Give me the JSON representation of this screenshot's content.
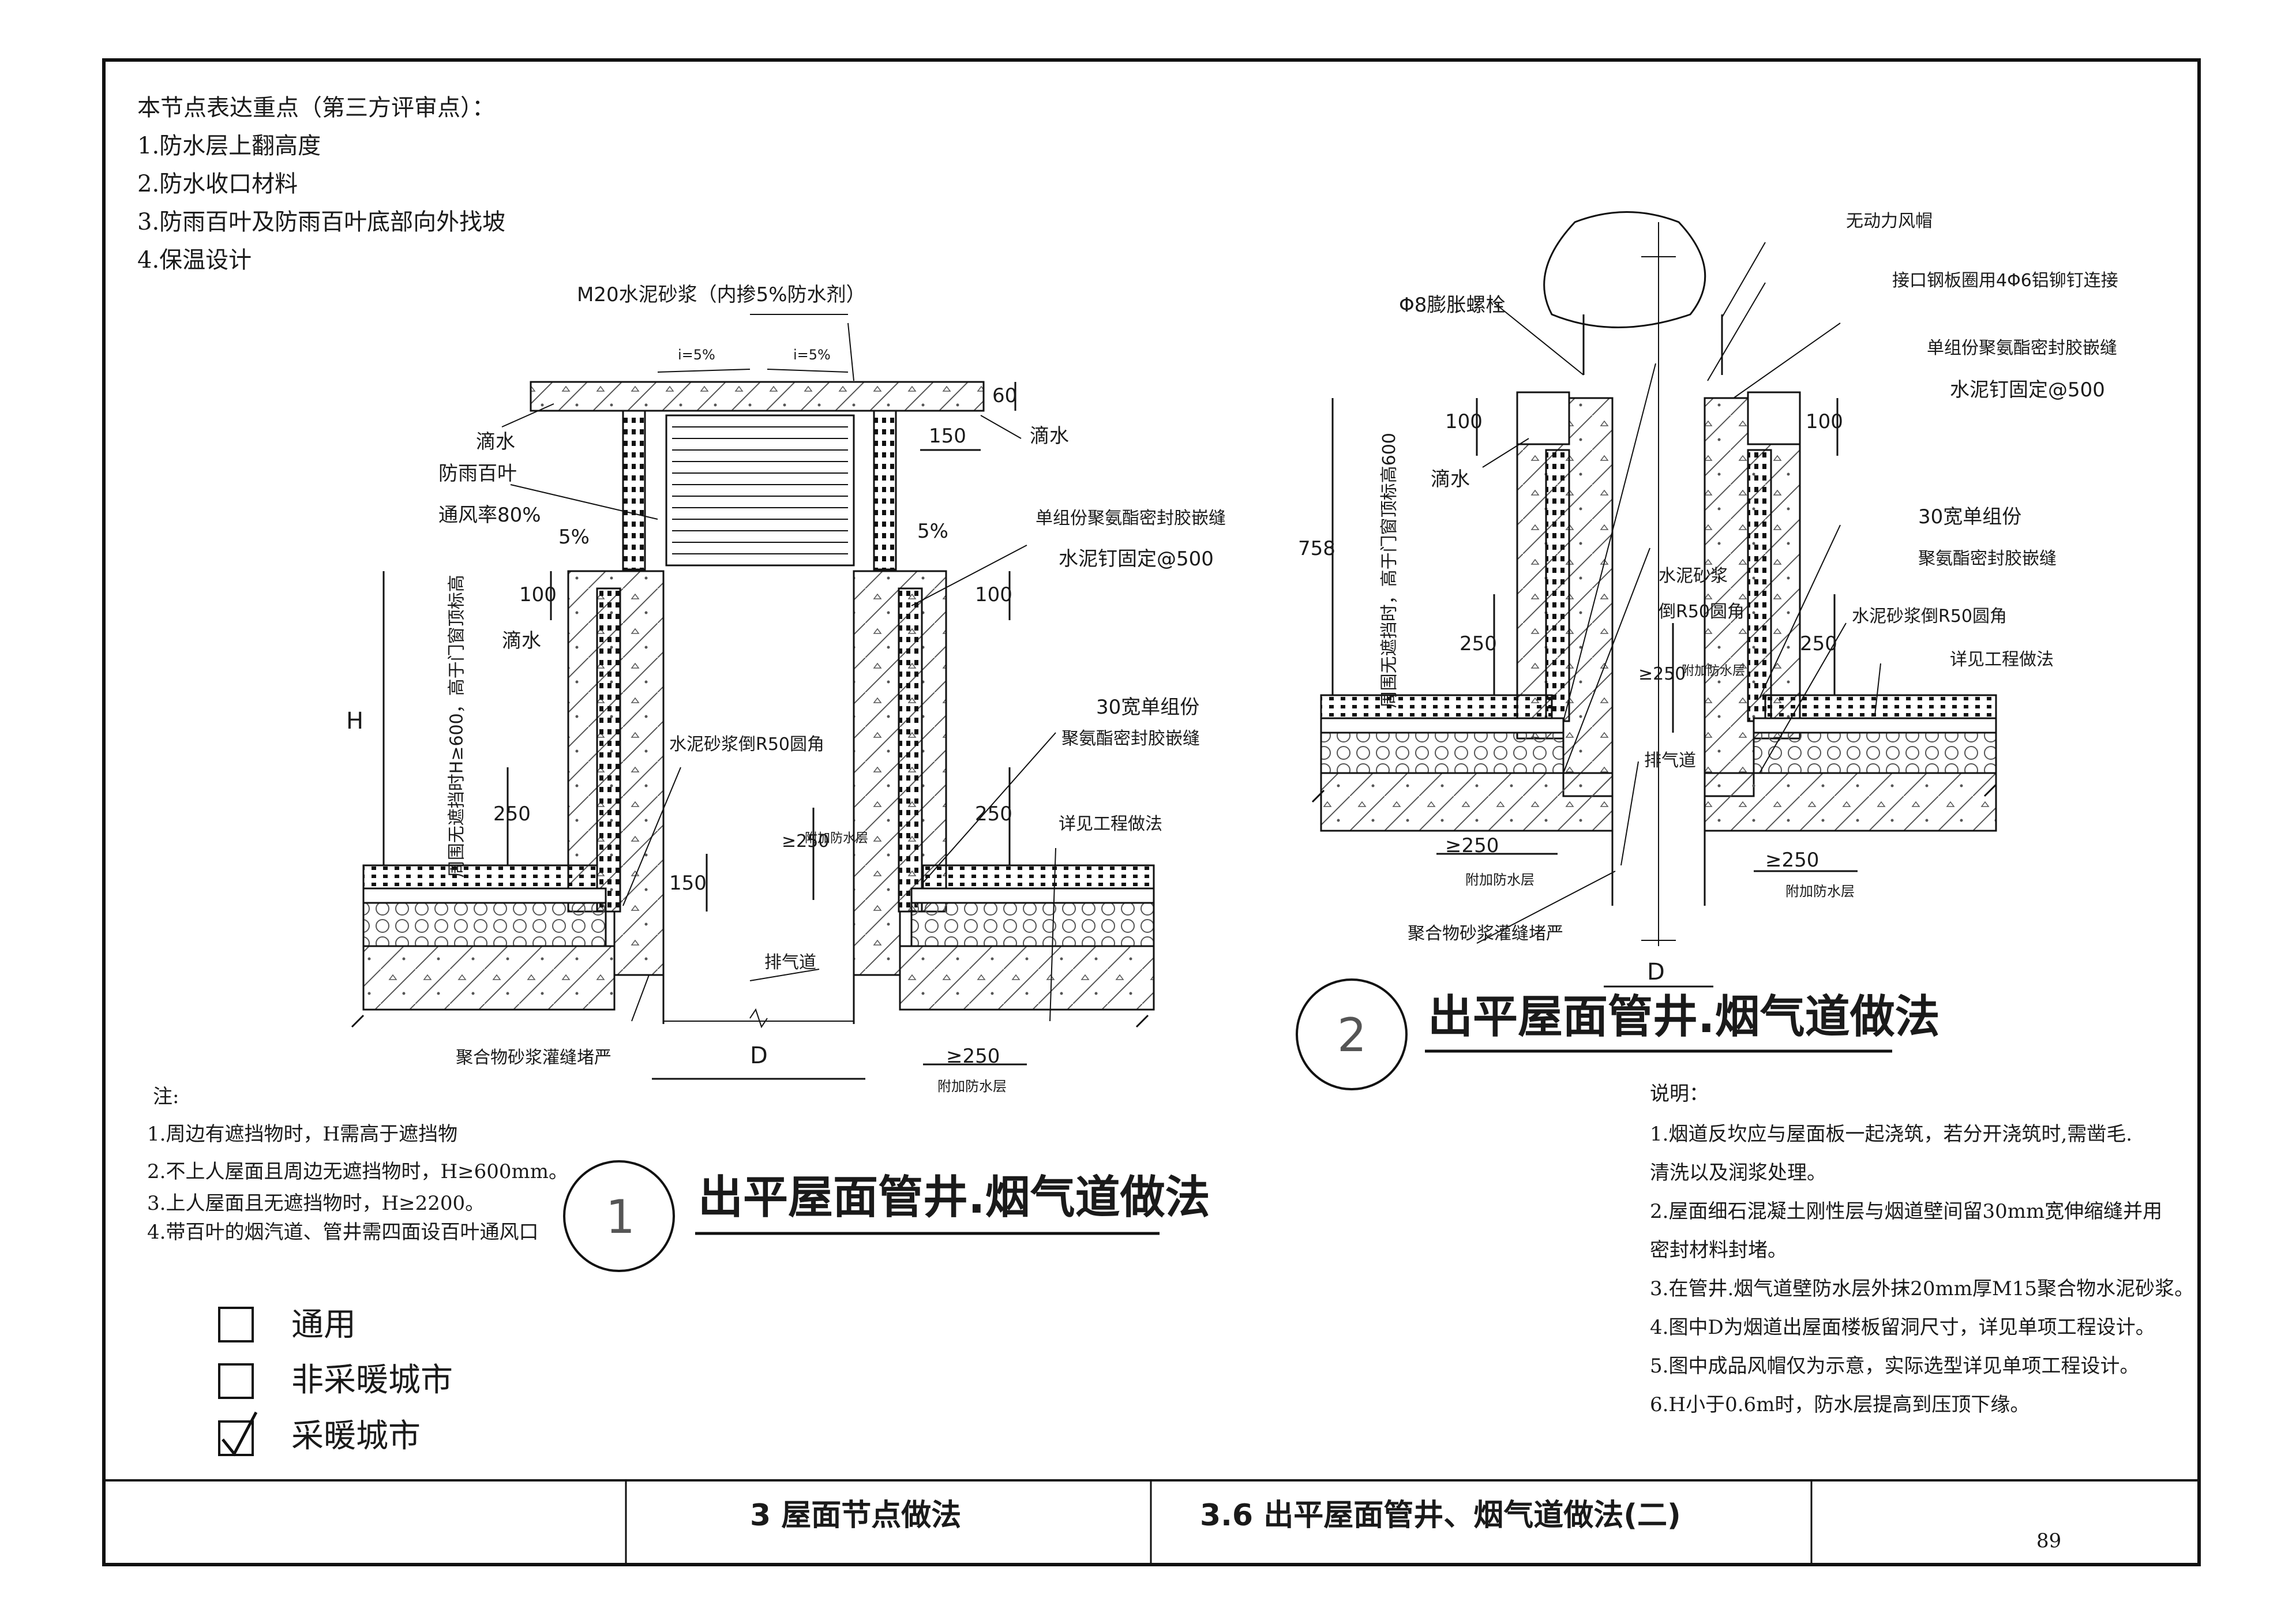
{
  "key_points": {
    "heading": "本节点表达重点（第三方评审点）：",
    "items": [
      "1.防水层上翻高度",
      "2.防水收口材料",
      "3.防雨百叶及防雨百叶底部向外找坡",
      "4.保温设计"
    ]
  },
  "detail1": {
    "number": "1",
    "title": "出平屋面管井.烟气道做法",
    "labels": {
      "top_mortar": "M20水泥砂浆（内掺5%防水剂）",
      "slope_left": "i=5%",
      "slope_right": "i=5%",
      "dim_60": "60",
      "dim_150": "150",
      "drip_left": "滴水",
      "drip_right": "滴水",
      "louver": "防雨百叶",
      "louver_rate": "通风率80%",
      "pct_left": "5%",
      "pct_right": "5%",
      "sealant": "单组份聚氨酯密封胶嵌缝",
      "nail": "水泥钉固定@500",
      "dim_100_left": "100",
      "dim_100_right": "100",
      "drip_low": "滴水",
      "dim_H": "H",
      "vertical_note": "周围无遮挡时H≥600，高于门窗顶标高",
      "dim_250_left": "250",
      "dim_250_right": "250",
      "fillet": "水泥砂浆倒R50圆角",
      "strip30": "30宽单组份",
      "strip30b": "聚氨酯密封胶嵌缝",
      "see_project": "详见工程做法",
      "dim_ge250_vert": "≥250",
      "add_wp_vert": "附加防水层",
      "dim_150_low": "150",
      "exhaust": "排气道",
      "polymer": "聚合物砂浆灌缝堵严",
      "dim_D": "D",
      "dim_ge250": "≥250",
      "add_wp": "附加防水层"
    }
  },
  "detail2": {
    "number": "2",
    "title": "出平屋面管井.烟气道做法",
    "labels": {
      "fan_cap": "无动力风帽",
      "bolt": "Φ8膨胀螺栓",
      "steel_ring": "接口钢板圈用4Φ6铝铆钉连接",
      "sealant": "单组份聚氨酯密封胶嵌缝",
      "nail": "水泥钉固定@500",
      "dim_100_left": "100",
      "dim_100_right": "100",
      "dim_758": "758",
      "vertical_note": "周围无遮挡时，高于门窗顶标高600",
      "drip": "滴水",
      "cement_mortar": "水泥砂浆",
      "fillet_left": "倒R50圆角",
      "strip30": "30宽单组份",
      "strip30b": "聚氨酯密封胶嵌缝",
      "fillet_right": "水泥砂浆倒R50圆角",
      "see_project": "详见工程做法",
      "dim_250_left": "250",
      "dim_250_right": "250",
      "dim_ge250_vert": "≥250",
      "add_wp_vert": "附加防水层",
      "exhaust": "排气道",
      "dim_ge250_left": "≥250",
      "add_wp_left": "附加防水层",
      "dim_ge250_right": "≥250",
      "add_wp_right": "附加防水层",
      "polymer": "聚合物砂浆灌缝堵严",
      "dim_D": "D"
    }
  },
  "notes1": {
    "heading": "注:",
    "items": [
      "1.周边有遮挡物时，H需高于遮挡物",
      "2.不上人屋面且周边无遮挡物时，H≥600mm。",
      "3.上人屋面且无遮挡物时，H≥2200。",
      "4.带百叶的烟汽道、管井需四面设百叶通风口"
    ]
  },
  "notes2": {
    "heading": "说明：",
    "items": [
      "1.烟道反坎应与屋面板一起浇筑，若分开浇筑时,需凿毛.",
      "   清洗以及润浆处理。",
      "2.屋面细石混凝土刚性层与烟道壁间留30mm宽伸缩缝并用",
      "   密封材料封堵。",
      "3.在管井.烟气道壁防水层外抹20mm厚M15聚合物水泥砂浆。",
      "4.图中D为烟道出屋面楼板留洞尺寸，详见单项工程设计。",
      "5.图中成品风帽仅为示意，实际选型详见单项工程设计。",
      "6.H小于0.6m时，防水层提高到压顶下缘。"
    ]
  },
  "legend": [
    {
      "label": "通用",
      "checked": false
    },
    {
      "label": "非采暖城市",
      "checked": false
    },
    {
      "label": "采暖城市",
      "checked": true
    }
  ],
  "title_block": {
    "chapter": "3  屋面节点做法",
    "section": "3.6 出平屋面管井、烟气道做法(二)",
    "page": "89"
  }
}
